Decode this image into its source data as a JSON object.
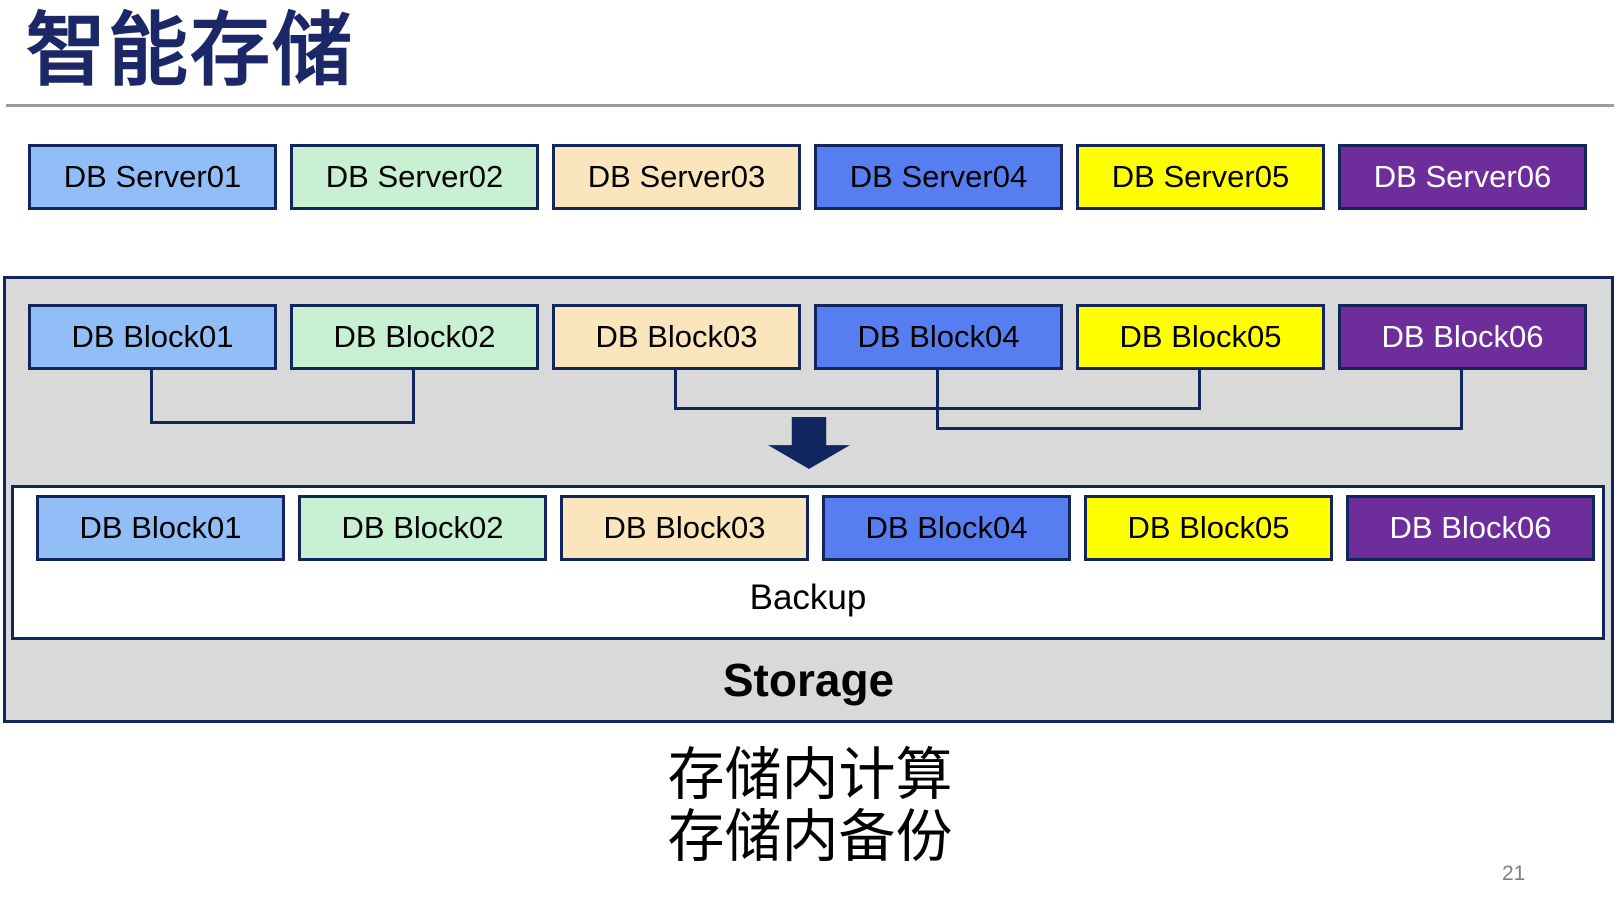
{
  "title": "智能存储",
  "server_row": {
    "items": [
      {
        "label": "DB Server01"
      },
      {
        "label": "DB Server02"
      },
      {
        "label": "DB Server03"
      },
      {
        "label": "DB Server04"
      },
      {
        "label": "DB Server05"
      },
      {
        "label": "DB Server06"
      }
    ]
  },
  "block_row_top": {
    "items": [
      {
        "label": "DB Block01"
      },
      {
        "label": "DB Block02"
      },
      {
        "label": "DB Block03"
      },
      {
        "label": "DB Block04"
      },
      {
        "label": "DB Block05"
      },
      {
        "label": "DB Block06"
      }
    ]
  },
  "block_row_bottom": {
    "items": [
      {
        "label": "DB Block01"
      },
      {
        "label": "DB Block02"
      },
      {
        "label": "DB Block03"
      },
      {
        "label": "DB Block04"
      },
      {
        "label": "DB Block05"
      },
      {
        "label": "DB Block06"
      }
    ]
  },
  "storage": {
    "backup_label": "Backup",
    "storage_label": "Storage"
  },
  "caption": {
    "line1": "存储内计算",
    "line2": "存储内备份"
  },
  "page_number": "21",
  "connector_pairs": [
    "Block01-Block02",
    "Block03-Block05",
    "Block04-Block06"
  ],
  "icons": {
    "down_arrow": "filled navy arrow pointing down from block row to backup row"
  },
  "colors": {
    "title": "#1C2768",
    "underline": "#9B9B9B",
    "border": "#12265C",
    "connector": "#12265C",
    "arrow": "#11265E",
    "box1": "#92BEF8",
    "box2": "#C8F1D3",
    "box3": "#FAE5BD",
    "box4": "#567EF0",
    "box5": "#FFFF00",
    "box6": "#6D2E9C",
    "container_bg": "#D9D9D9",
    "white_panel_bg": "#FFFFFF",
    "text_dark": "#000000",
    "text_light": "#FFFFFF",
    "page_number": "#7F7F7F"
  }
}
